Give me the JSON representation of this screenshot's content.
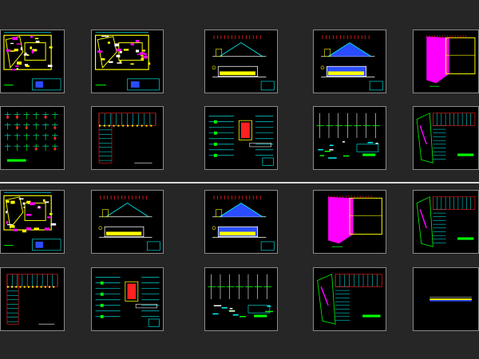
{
  "canvas": {
    "background": "#262626"
  },
  "colors": {
    "frame": "#8a8a8a",
    "sheet_bg": "#000000",
    "cyan": "#00ffff",
    "yellow": "#ffff00",
    "green": "#00ff00",
    "red": "#ff2020",
    "magenta": "#ff00ff",
    "blue": "#2a4cff",
    "white": "#ffffff",
    "separator": "#d8d8d8"
  },
  "sets": [
    {
      "rows": [
        {
          "sheets": [
            "site-plan",
            "site-plan-alt",
            "elevations",
            "elevations-color",
            "roof-plan"
          ]
        },
        {
          "sheets": [
            "structural-details",
            "foundation-plan",
            "section-details",
            "construction-details",
            "floor-framing"
          ]
        }
      ]
    },
    {
      "rows": [
        {
          "sheets": [
            "site-plan",
            "elevations",
            "elevations-color",
            "roof-plan",
            "floor-framing"
          ]
        },
        {
          "sheets": [
            "foundation-plan",
            "section-details",
            "construction-details",
            "floor-framing",
            "blank-sheet"
          ]
        }
      ]
    }
  ]
}
